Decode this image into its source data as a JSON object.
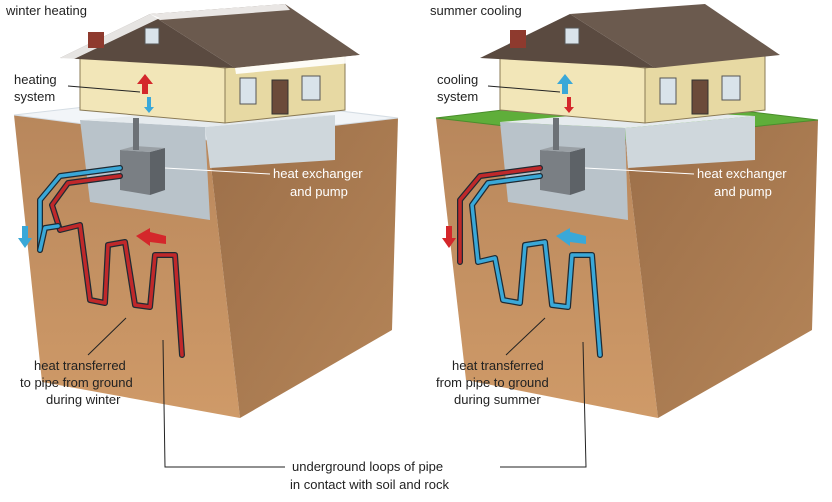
{
  "winter": {
    "title": "winter heating",
    "system_line1": "heating",
    "system_line2": "system",
    "exchanger_line1": "heat exchanger",
    "exchanger_line2": "and pump",
    "transfer_line1": "heat transferred",
    "transfer_line2": "to pipe from ground",
    "transfer_line3": "during winter"
  },
  "summer": {
    "title": "summer cooling",
    "system_line1": "cooling",
    "system_line2": "system",
    "exchanger_line1": "heat exchanger",
    "exchanger_line2": "and pump",
    "transfer_line1": "heat transferred",
    "transfer_line2": "from pipe to ground",
    "transfer_line3": "during summer"
  },
  "bottom": {
    "line1": "underground loops of pipe",
    "line2": "in contact with soil and rock"
  },
  "colors": {
    "hot_pipe": "#c0282a",
    "cold_pipe": "#3aa8d8",
    "soil_front": "#c69466",
    "soil_side": "#a87a52",
    "house_wall": "#f2e6b8",
    "roof": "#5a4a40",
    "grass": "#5fae3a",
    "snow": "#f4f6f8"
  }
}
